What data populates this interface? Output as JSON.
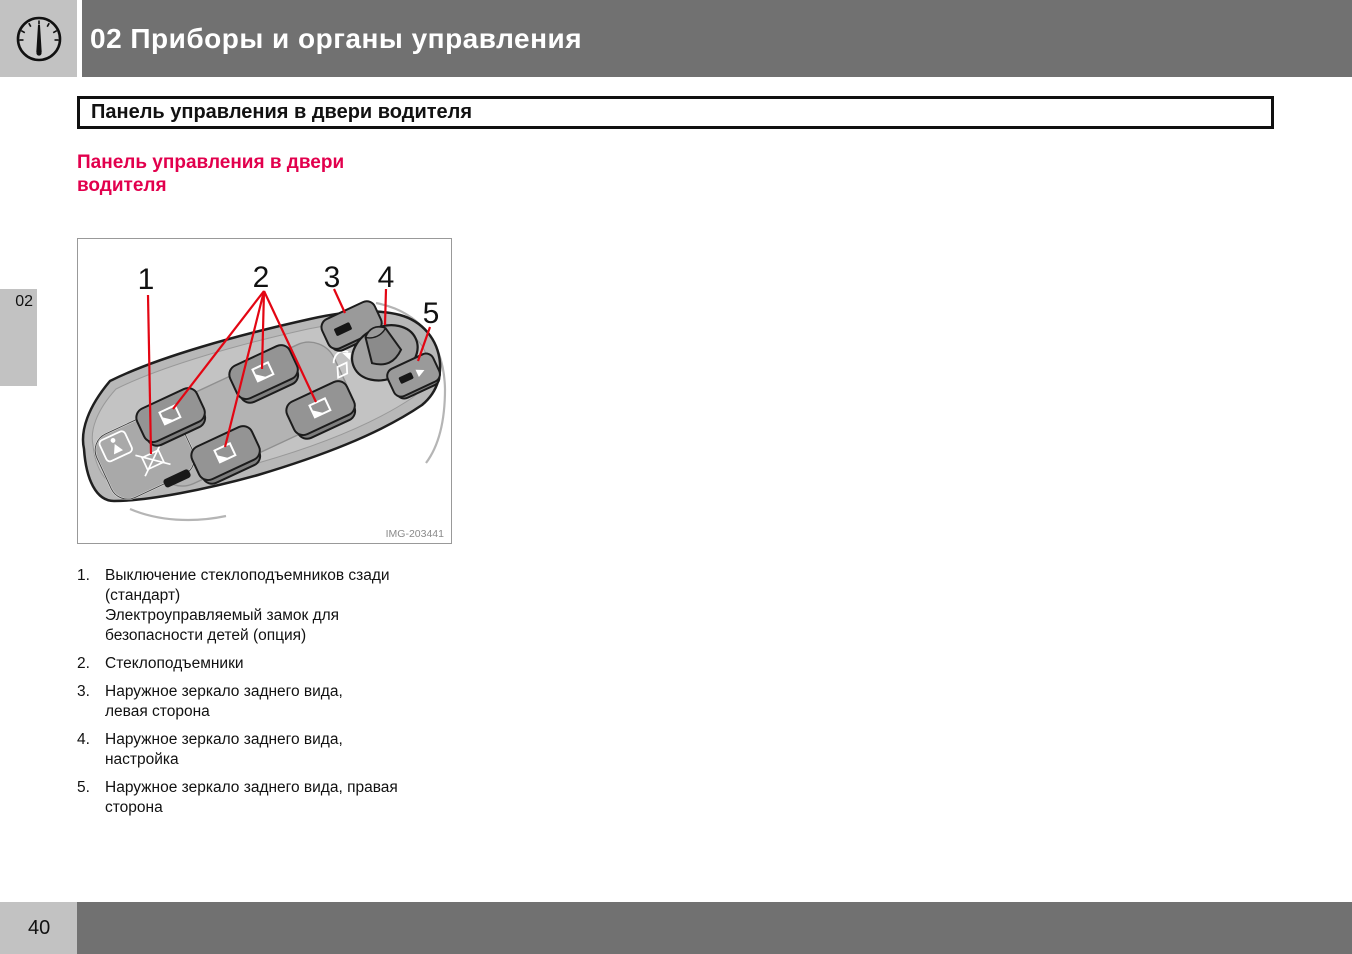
{
  "colors": {
    "header_gray": "#717171",
    "light_gray": "#c2c2c2",
    "heading_red": "#e2004d",
    "callout_red": "#e30613"
  },
  "header": {
    "title": "02 Приборы и органы управления"
  },
  "section_box": {
    "title": "Панель управления в двери водителя"
  },
  "side_tab": {
    "label": "02"
  },
  "heading": {
    "lines": [
      "Панель управления в двери",
      "водителя"
    ]
  },
  "figure": {
    "callouts": [
      "1",
      "2",
      "3",
      "4",
      "5"
    ],
    "image_label": "IMG-203441"
  },
  "list": {
    "items": [
      {
        "num": "1.",
        "lines": [
          "Выключение стеклоподъемников сзади",
          "(стандарт)",
          "Электроуправляемый замок для",
          "безопасности детей (опция)"
        ]
      },
      {
        "num": "2.",
        "lines": [
          "Стеклоподъемники"
        ]
      },
      {
        "num": "3.",
        "lines": [
          "Наружное зеркало заднего вида,",
          "левая сторона"
        ]
      },
      {
        "num": "4.",
        "lines": [
          "Наружное зеркало заднего вида,",
          "настройка"
        ]
      },
      {
        "num": "5.",
        "lines": [
          "Наружное зеркало заднего вида, правая",
          "сторона"
        ]
      }
    ]
  },
  "footer": {
    "page_number": "40"
  }
}
